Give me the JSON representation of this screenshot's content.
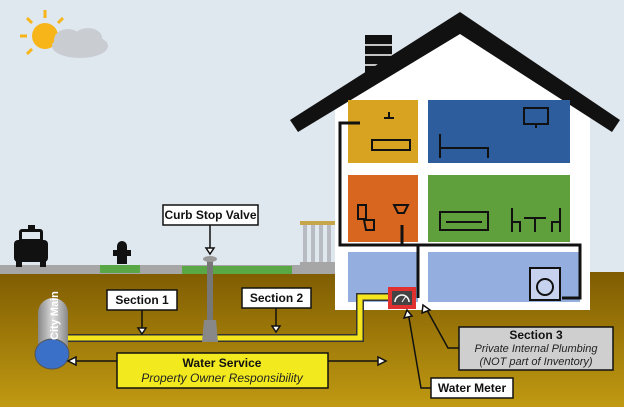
{
  "labels": {
    "curb_stop_valve": "Curb Stop Valve",
    "section1": "Section 1",
    "section2": "Section 2",
    "city_main": "City Main",
    "water_service_title": "Water Service",
    "water_service_sub": "Property Owner Responsibility",
    "section3_title": "Section 3",
    "section3_line1": "Private Internal Plumbing",
    "section3_line2": "(NOT part of Inventory)",
    "water_meter": "Water Meter"
  },
  "colors": {
    "sky": "#dfe7ef",
    "ground": "#9a7405",
    "pipe": "#f5e51c",
    "water_service_box": "#f2ea1e",
    "section3_box": "#cfcfcf",
    "meter": "#e03030"
  }
}
